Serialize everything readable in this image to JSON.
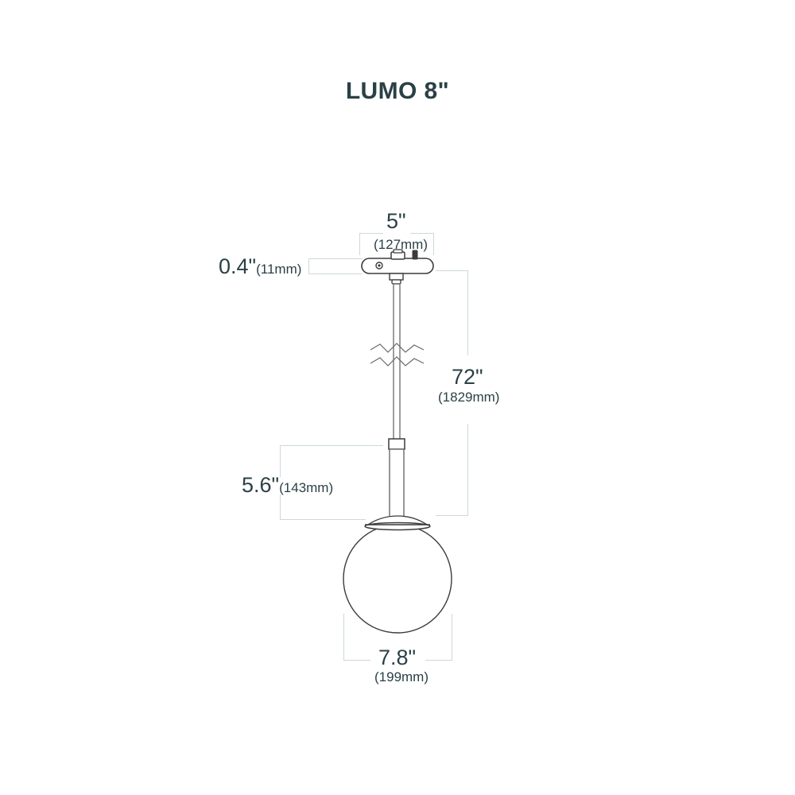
{
  "title": "LUMO 8\"",
  "product": {
    "name": "LUMO",
    "size": "8\""
  },
  "colors": {
    "text": "#2b4046",
    "rule": "#ccd8db",
    "line": "#3b3b3b",
    "background": "#ffffff"
  },
  "dimensions": {
    "canopy_width": {
      "name": "canopy-width",
      "inches": "5\"",
      "millimeters": "(127mm)"
    },
    "canopy_thickness": {
      "name": "canopy-thickness",
      "inches": "0.4\"",
      "millimeters": "(11mm)"
    },
    "drop_length": {
      "name": "overall-drop",
      "inches": "72\"",
      "millimeters": "(1829mm)"
    },
    "shade_drop": {
      "name": "shade-drop",
      "inches": "5.6\"",
      "millimeters": "(143mm)"
    },
    "globe_diameter": {
      "name": "globe-diameter",
      "inches": "7.8\"",
      "millimeters": "(199mm)"
    }
  },
  "parts": {
    "canopy": "canopy-bar",
    "stem": "suspension-rod",
    "break_symbol": "break-line-symbol",
    "socket": "socket-housing",
    "globe": "glass-globe",
    "rim": "globe-rim"
  }
}
